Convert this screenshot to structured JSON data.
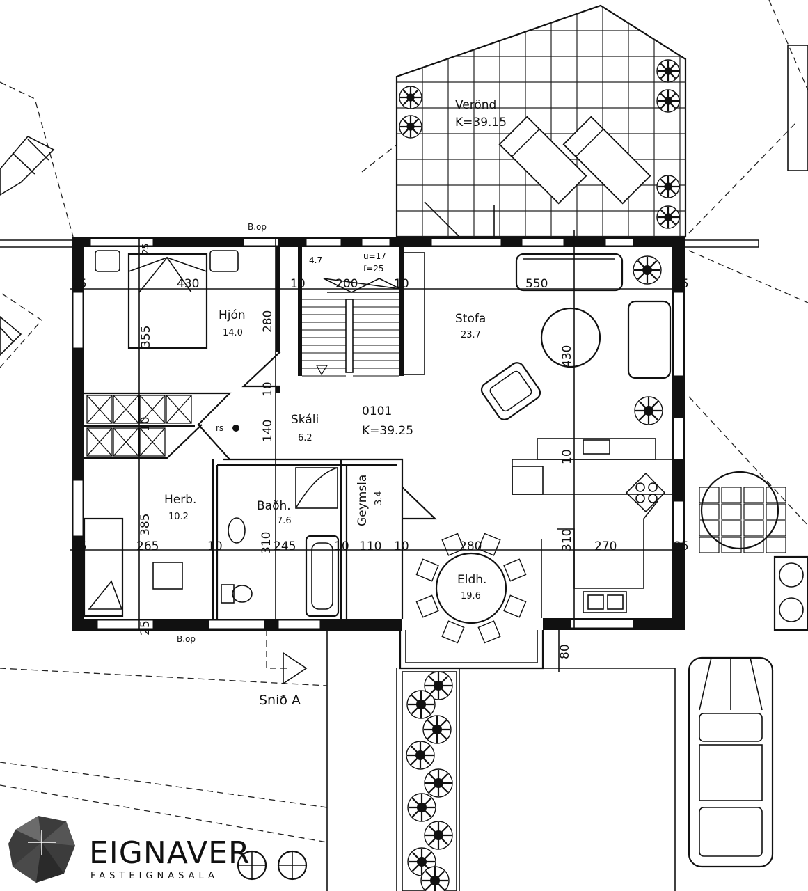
{
  "rooms": {
    "veranda": {
      "name": "Verönd",
      "area": "K=39.15"
    },
    "master_bedroom": {
      "name": "Hjón",
      "area": "14.0"
    },
    "living_room": {
      "name": "Stofa",
      "area": "23.7"
    },
    "hall": {
      "name": "Skáli",
      "area": "6.2"
    },
    "unit": {
      "name": "0101",
      "area": "K=39.25"
    },
    "bedroom": {
      "name": "Herb.",
      "area": "10.2"
    },
    "bathroom": {
      "name": "Baðh.",
      "area": "7.6"
    },
    "storage": {
      "name": "Geymsla",
      "area": "3.4"
    },
    "kitchen": {
      "name": "Eldh.",
      "area": "19.6"
    }
  },
  "stair": {
    "step_count": "u=17",
    "tread": "f=25",
    "area": "4.7"
  },
  "labels": {
    "window_top": "B.op",
    "window_bottom": "B.op",
    "section_marker": "Snið A",
    "rs_marker": "rs"
  },
  "dimensions": {
    "d_25_top_left": "25",
    "d_430_bed": "430",
    "d_10_a": "10",
    "d_200": "200",
    "d_10_b": "10",
    "d_550": "550",
    "d_25_right": "25",
    "d_280_hjon": "280",
    "d_355": "355",
    "d_430_stofa": "430",
    "d_140": "140",
    "d_10_c": "10",
    "d_10_d": "10",
    "d_10_e": "10",
    "d_385": "385",
    "d_25_left": "25",
    "d_265": "265",
    "d_10_f": "10",
    "d_310_a": "310",
    "d_245": "245",
    "d_10_g": "10",
    "d_110": "110",
    "d_10_h": "10",
    "d_280_eldh": "280",
    "d_310_b": "310",
    "d_270": "270",
    "d_25_right_b": "25",
    "d_25_bottom": "25",
    "d_80": "80",
    "d_25_top_b": "25"
  },
  "logo": {
    "name": "EIGNAVER",
    "tagline": "FASTEIGNASALA"
  }
}
